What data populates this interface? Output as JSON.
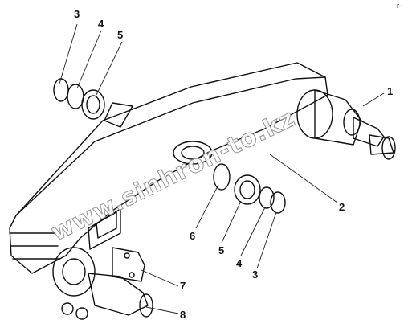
{
  "diagram": {
    "callouts": {
      "c1": "1",
      "c2": "2",
      "c3_top": "3",
      "c4_top": "4",
      "c5_top": "5",
      "c6": "6",
      "c5_bottom": "5",
      "c4_bottom": "4",
      "c3_bottom": "3",
      "c7": "7",
      "c8": "8"
    },
    "watermark": "www.sinhron-to.kz",
    "corner_mark": "г-"
  }
}
